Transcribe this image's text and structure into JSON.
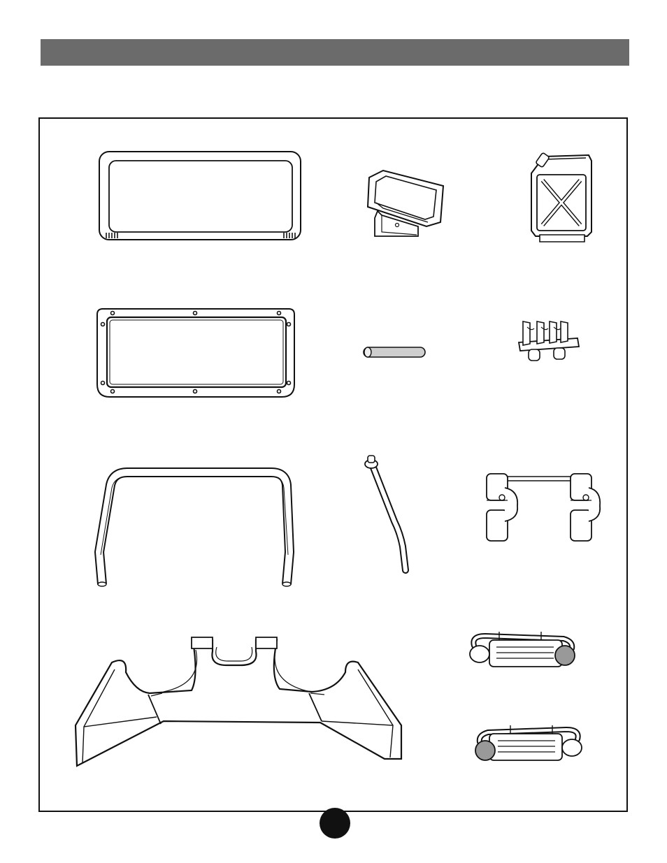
{
  "header": {
    "title": ""
  },
  "footer": {
    "page_number": ""
  },
  "parts": [
    {
      "name": "seat-back-frame"
    },
    {
      "name": "cup-holder"
    },
    {
      "name": "gas-can"
    },
    {
      "name": "windshield-frame"
    },
    {
      "name": "short-rod"
    },
    {
      "name": "hinge-bracket"
    },
    {
      "name": "roll-bar"
    },
    {
      "name": "shift-lever"
    },
    {
      "name": "clamp-assembly"
    },
    {
      "name": "body-panel"
    },
    {
      "name": "bumper-right"
    },
    {
      "name": "bumper-left"
    }
  ]
}
